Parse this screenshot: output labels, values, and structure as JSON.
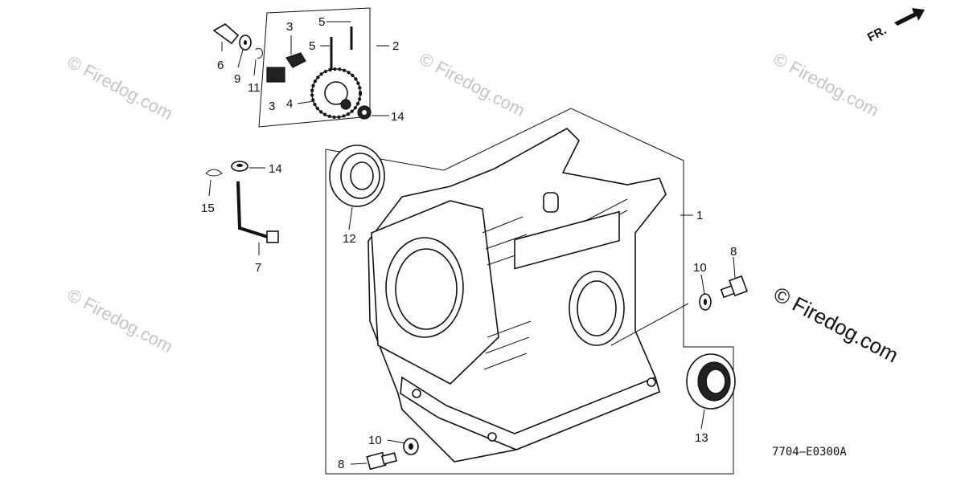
{
  "diagram_code": "7704—E0300A",
  "direction_label": "FR.",
  "watermark": "© Firedog.com",
  "watermark_main": "© Firedog.com",
  "callouts": {
    "c1": "1",
    "c2": "2",
    "c3a": "3",
    "c3b": "3",
    "c4": "4",
    "c5a": "5",
    "c5b": "5",
    "c6": "6",
    "c7": "7",
    "c8a": "8",
    "c8b": "8",
    "c9": "9",
    "c10a": "10",
    "c10b": "10",
    "c11": "11",
    "c12": "12",
    "c13": "13",
    "c14a": "14",
    "c14b": "14",
    "c15": "15"
  }
}
